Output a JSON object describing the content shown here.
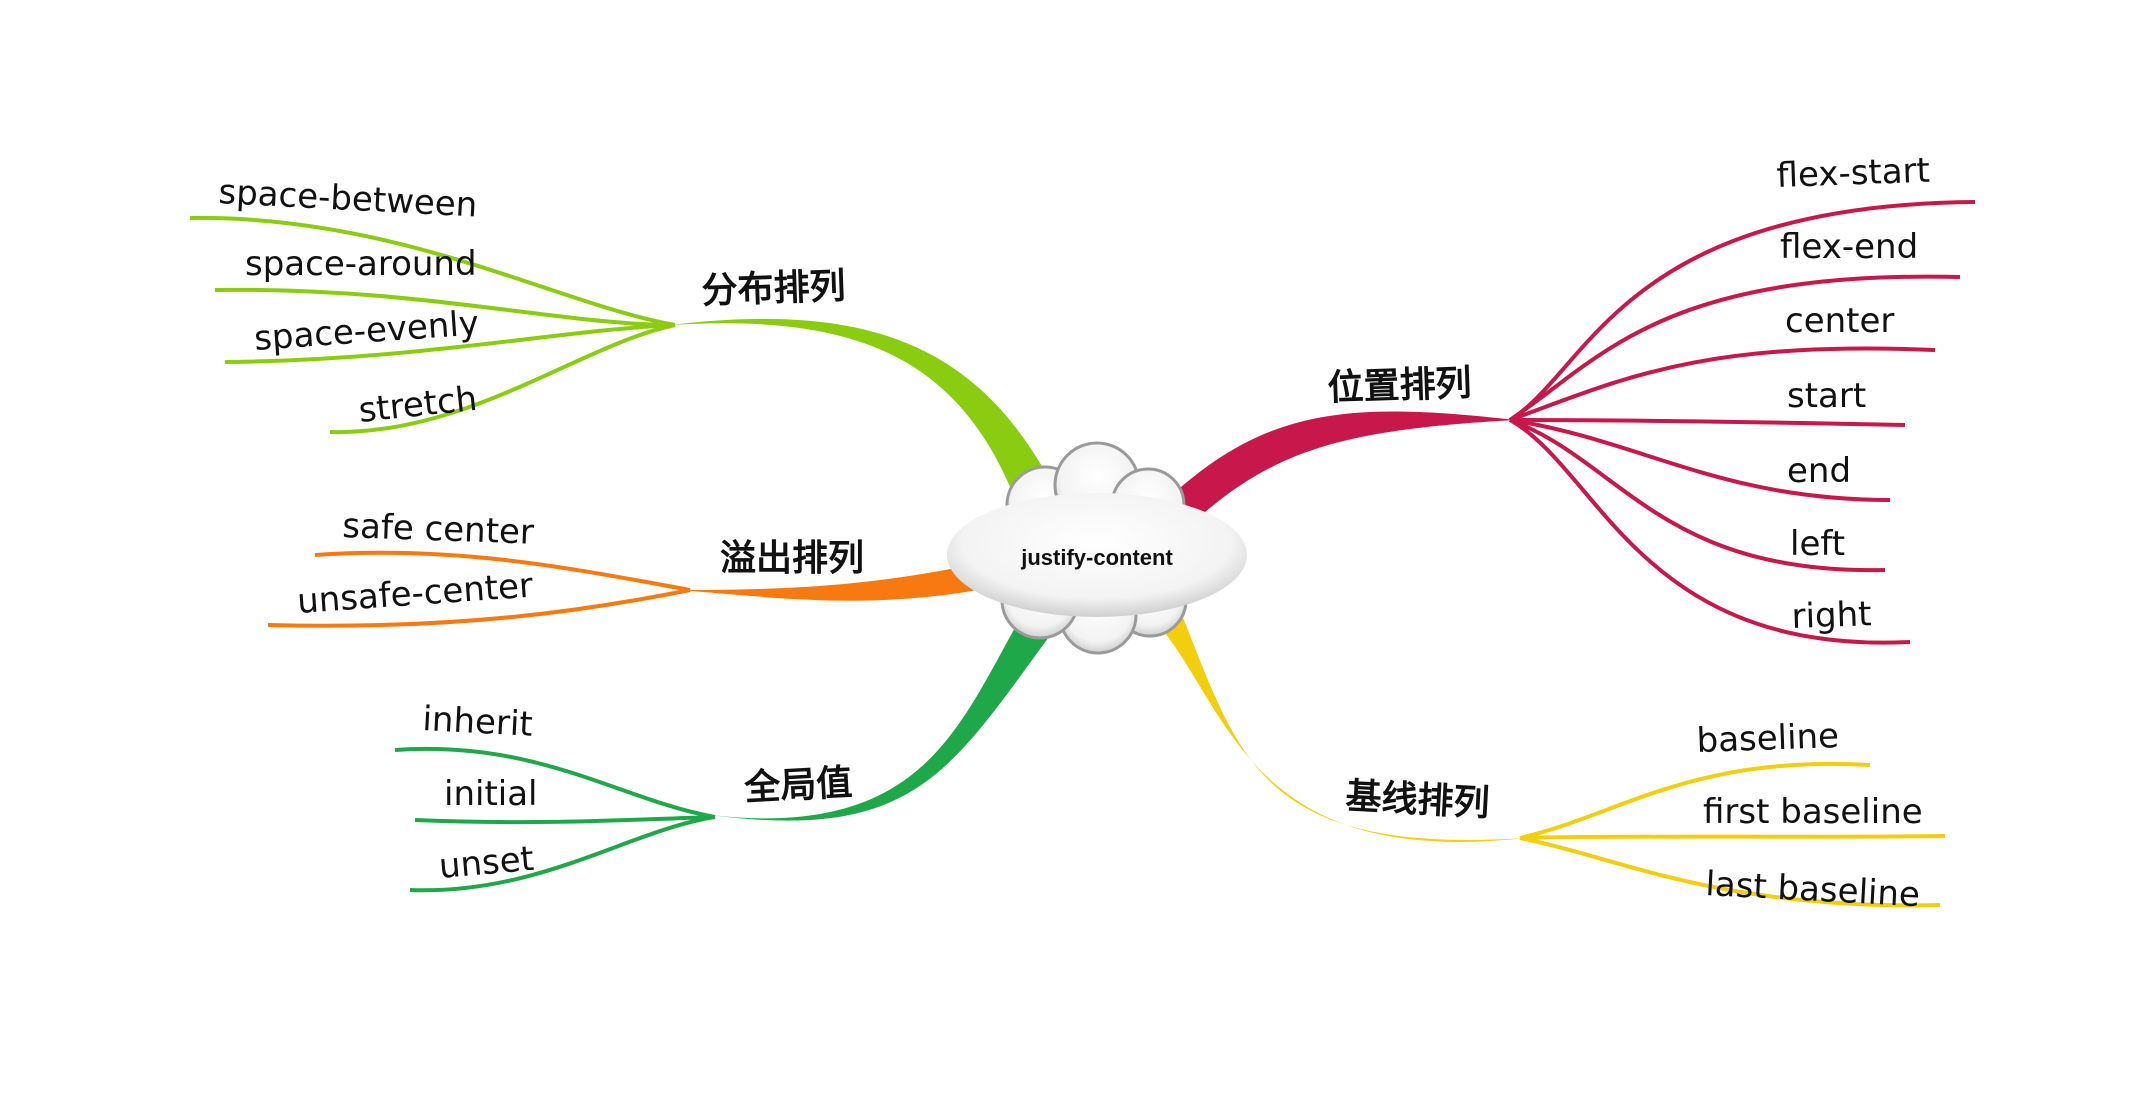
{
  "center": {
    "label": "justify-content"
  },
  "branches": [
    {
      "id": "distribution",
      "label": "分布排列",
      "color": "#8ACD10",
      "items": [
        "space-between",
        "space-around",
        "space-evenly",
        "stretch"
      ]
    },
    {
      "id": "overflow",
      "label": "溢出排列",
      "color": "#F77910",
      "items": [
        "safe center",
        "unsafe-center"
      ]
    },
    {
      "id": "global",
      "label": "全局值",
      "color": "#1FA84A",
      "items": [
        "inherit",
        "initial",
        "unset"
      ]
    },
    {
      "id": "position",
      "label": "位置排列",
      "color": "#C8174A",
      "items": [
        "flex-start",
        "flex-end",
        "center",
        "start",
        "end",
        "left",
        "right"
      ]
    },
    {
      "id": "baseline",
      "label": "基线排列",
      "color": "#F2CE0C",
      "items": [
        "baseline",
        "first baseline",
        "last baseline"
      ]
    }
  ]
}
